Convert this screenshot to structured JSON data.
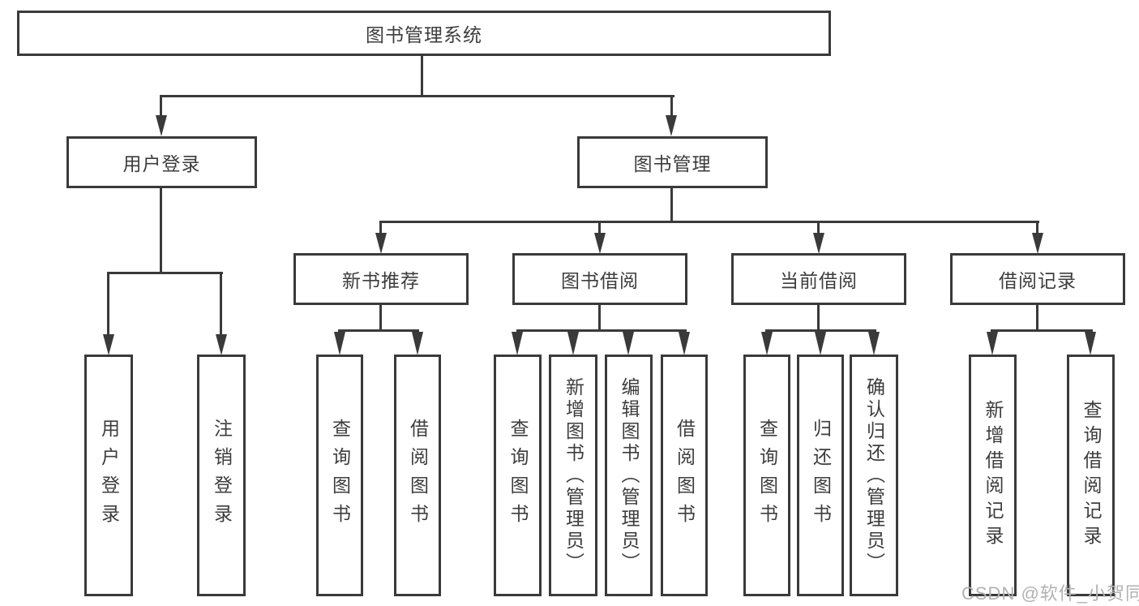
{
  "tree": {
    "root": {
      "label": "图书管理系统"
    },
    "level2": [
      {
        "label": "用户登录",
        "children": [
          {
            "label": "用户登录"
          },
          {
            "label": "注销登录"
          }
        ]
      },
      {
        "label": "图书管理",
        "children": [
          {
            "label": "新书推荐",
            "children": [
              {
                "label": "查询图书"
              },
              {
                "label": "借阅图书"
              }
            ]
          },
          {
            "label": "图书借阅",
            "children": [
              {
                "label": "查询图书"
              },
              {
                "label": "新增图书（管理员）"
              },
              {
                "label": "编辑图书（管理员）"
              },
              {
                "label": "借阅图书"
              }
            ]
          },
          {
            "label": "当前借阅",
            "children": [
              {
                "label": "查询图书"
              },
              {
                "label": "归还图书"
              },
              {
                "label": "确认归还（管理员）"
              }
            ]
          },
          {
            "label": "借阅记录",
            "children": [
              {
                "label": "新增借阅记录"
              },
              {
                "label": "查询借阅记录"
              }
            ]
          }
        ]
      }
    ]
  },
  "watermark": {
    "text": "CSDN @软件_小贺同学"
  },
  "colors": {
    "line": "#3a3a3a",
    "text": "#3d3d3d",
    "watermark": "#b2b2b2",
    "background": "#ffffff"
  }
}
